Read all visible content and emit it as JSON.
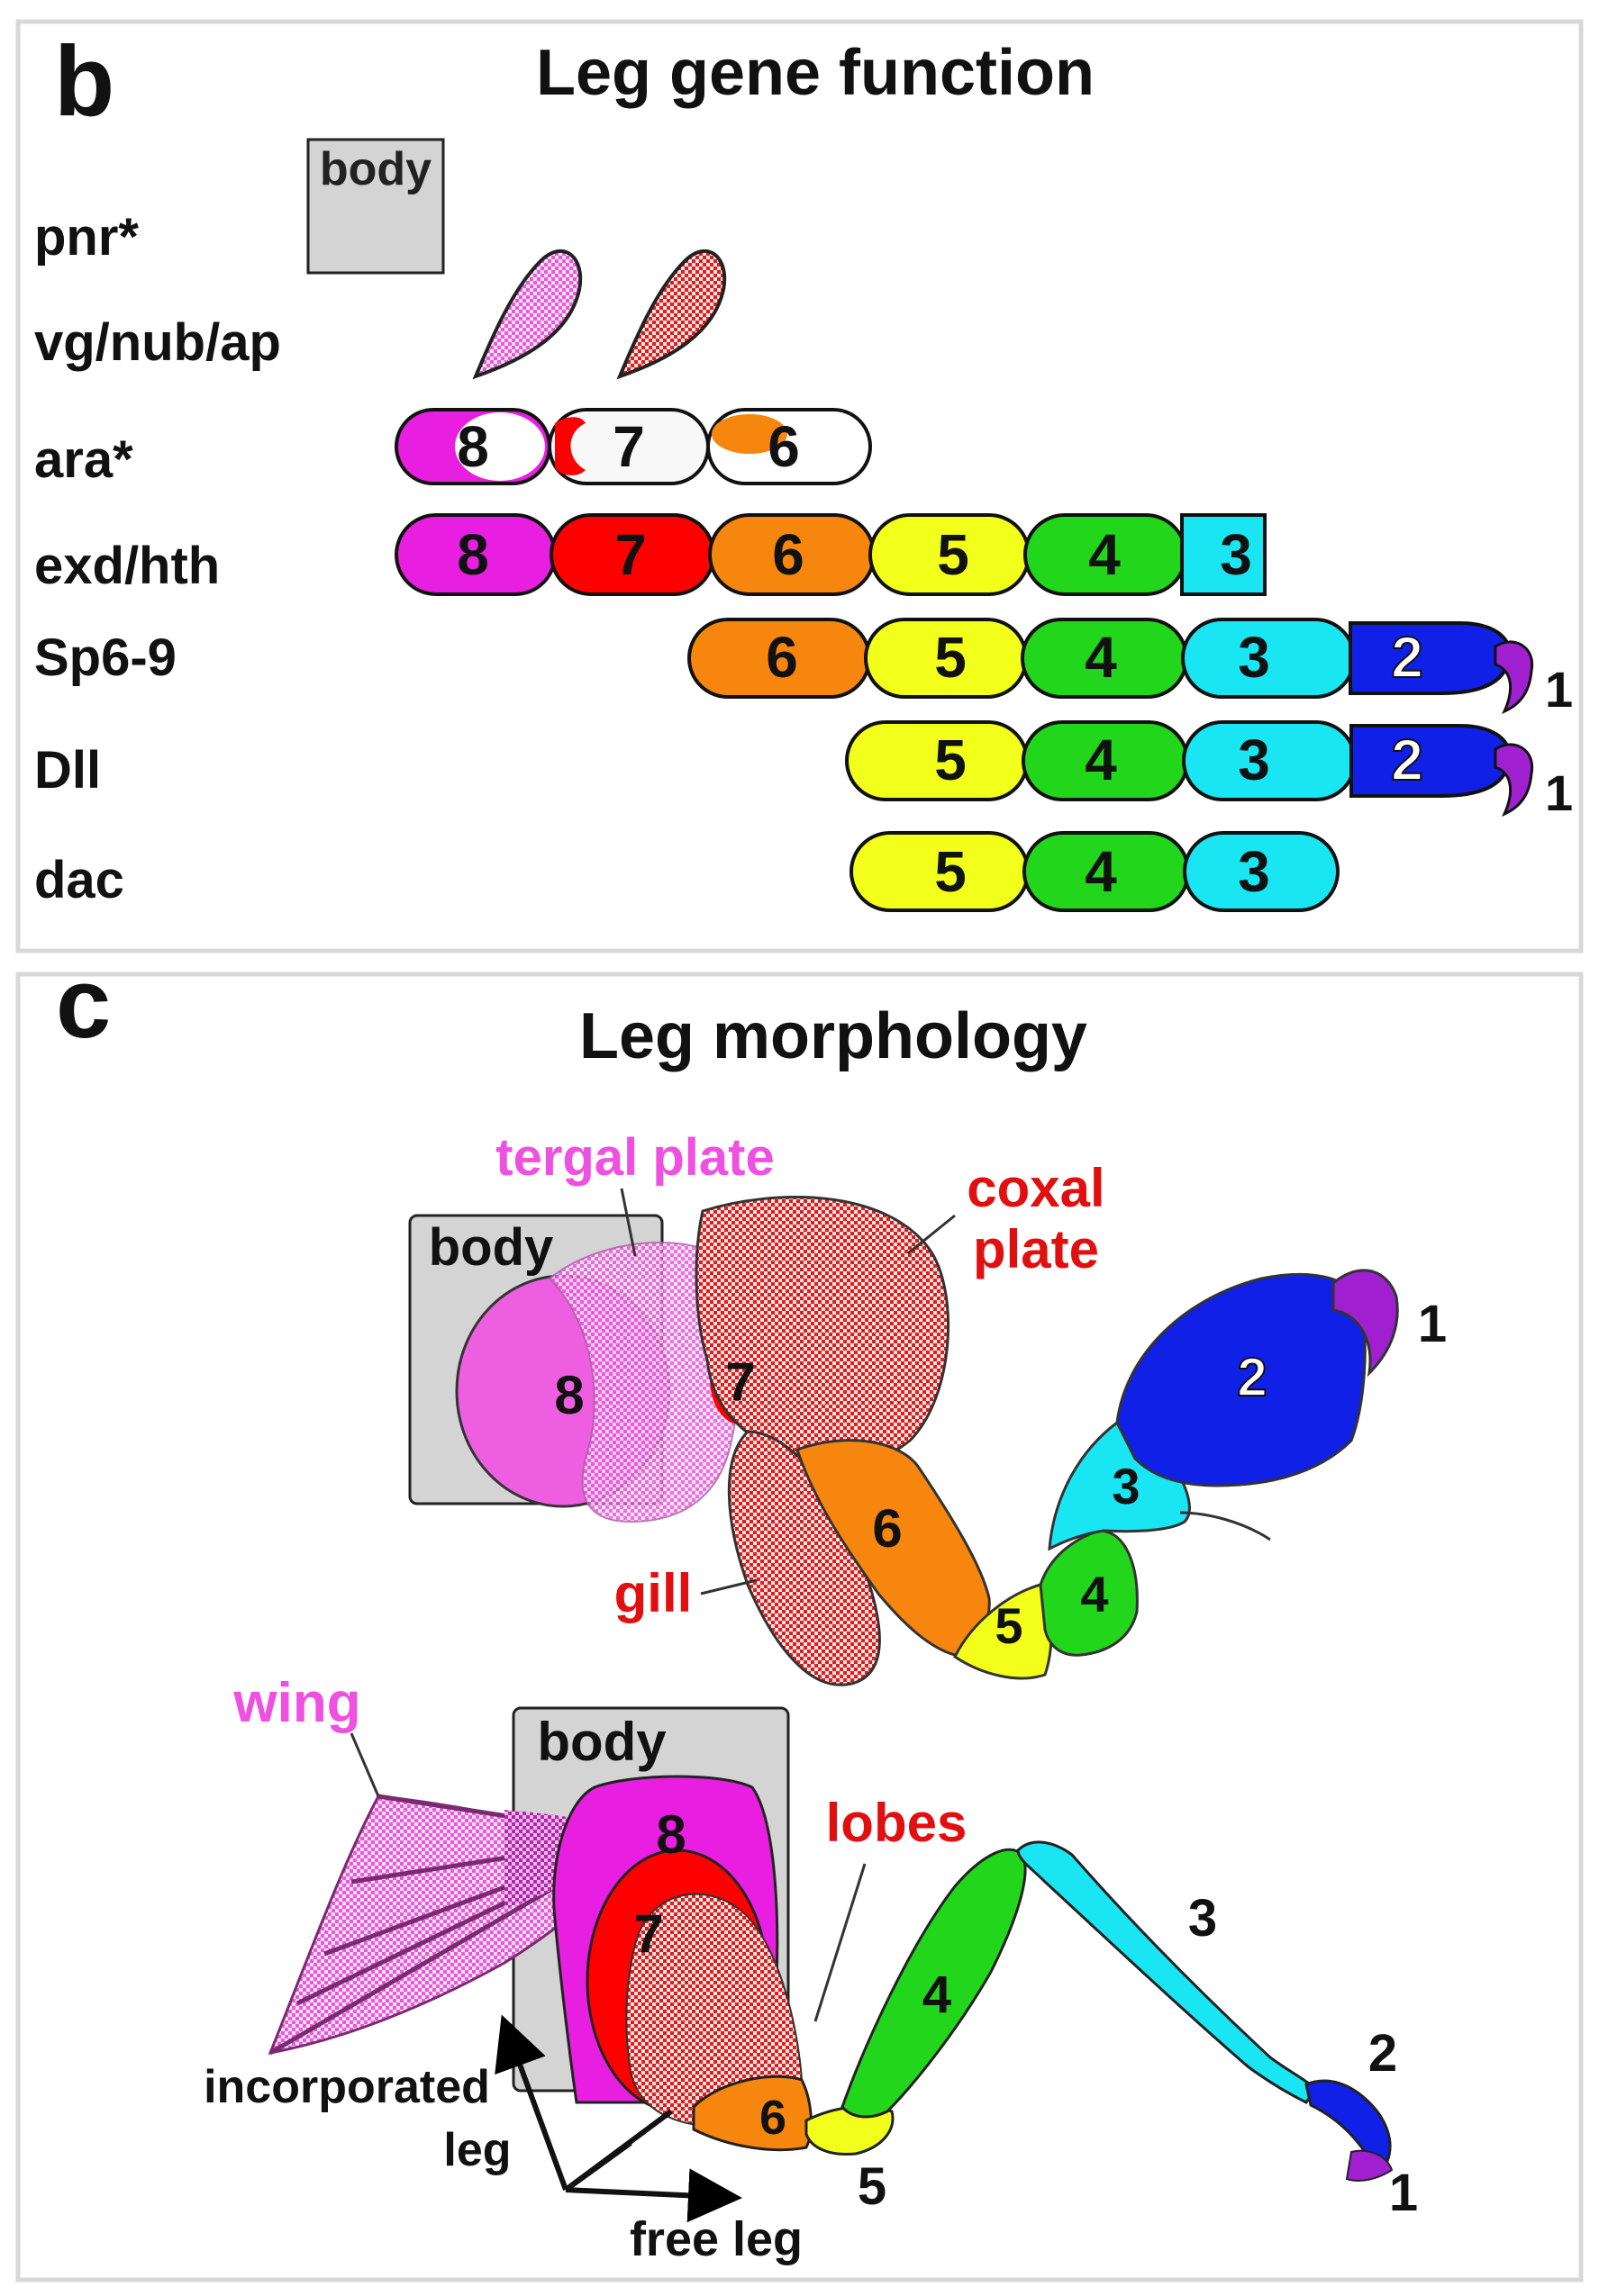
{
  "panel_b": {
    "letter": "b",
    "title": "Leg gene function",
    "body_label": "body",
    "genes": [
      "pnr*",
      "vg/nub/ap",
      "ara*",
      "exd/hth",
      "Sp6-9",
      "Dll",
      "dac"
    ],
    "rows": {
      "ara": [
        "8",
        "7",
        "6"
      ],
      "exd_hth": [
        "8",
        "7",
        "6",
        "5",
        "4",
        "3"
      ],
      "sp69": [
        "6",
        "5",
        "4",
        "3",
        "2"
      ],
      "dll": [
        "5",
        "4",
        "3",
        "2"
      ],
      "dac": [
        "5",
        "4",
        "3"
      ]
    },
    "claw_label": "1"
  },
  "panel_c": {
    "letter": "c",
    "title": "Leg morphology",
    "upper": {
      "body_label": "body",
      "tergal_plate": "tergal plate",
      "coxal_plate_1": "coxal",
      "coxal_plate_2": "plate",
      "gill": "gill",
      "segments": [
        "8",
        "7",
        "6",
        "5",
        "4",
        "3",
        "2",
        "1"
      ]
    },
    "lower": {
      "body_label": "body",
      "wing": "wing",
      "lobes": "lobes",
      "incorporated_1": "incorporated",
      "incorporated_2": "leg",
      "free_leg": "free leg",
      "segments": [
        "8",
        "7",
        "6",
        "5",
        "4",
        "3",
        "2",
        "1"
      ]
    }
  },
  "colors": {
    "seg8": "#e81ee0",
    "seg7": "#ff0000",
    "seg6": "#f7860f",
    "seg5": "#f2ff1a",
    "seg4": "#22d61b",
    "seg3": "#19e6f2",
    "seg2": "#1020e6",
    "seg1": "#a020d0",
    "body": "#d4d4d4",
    "pink_label": "#ee50e0",
    "red_label": "#e01010",
    "frame": "#d8d8d8"
  }
}
